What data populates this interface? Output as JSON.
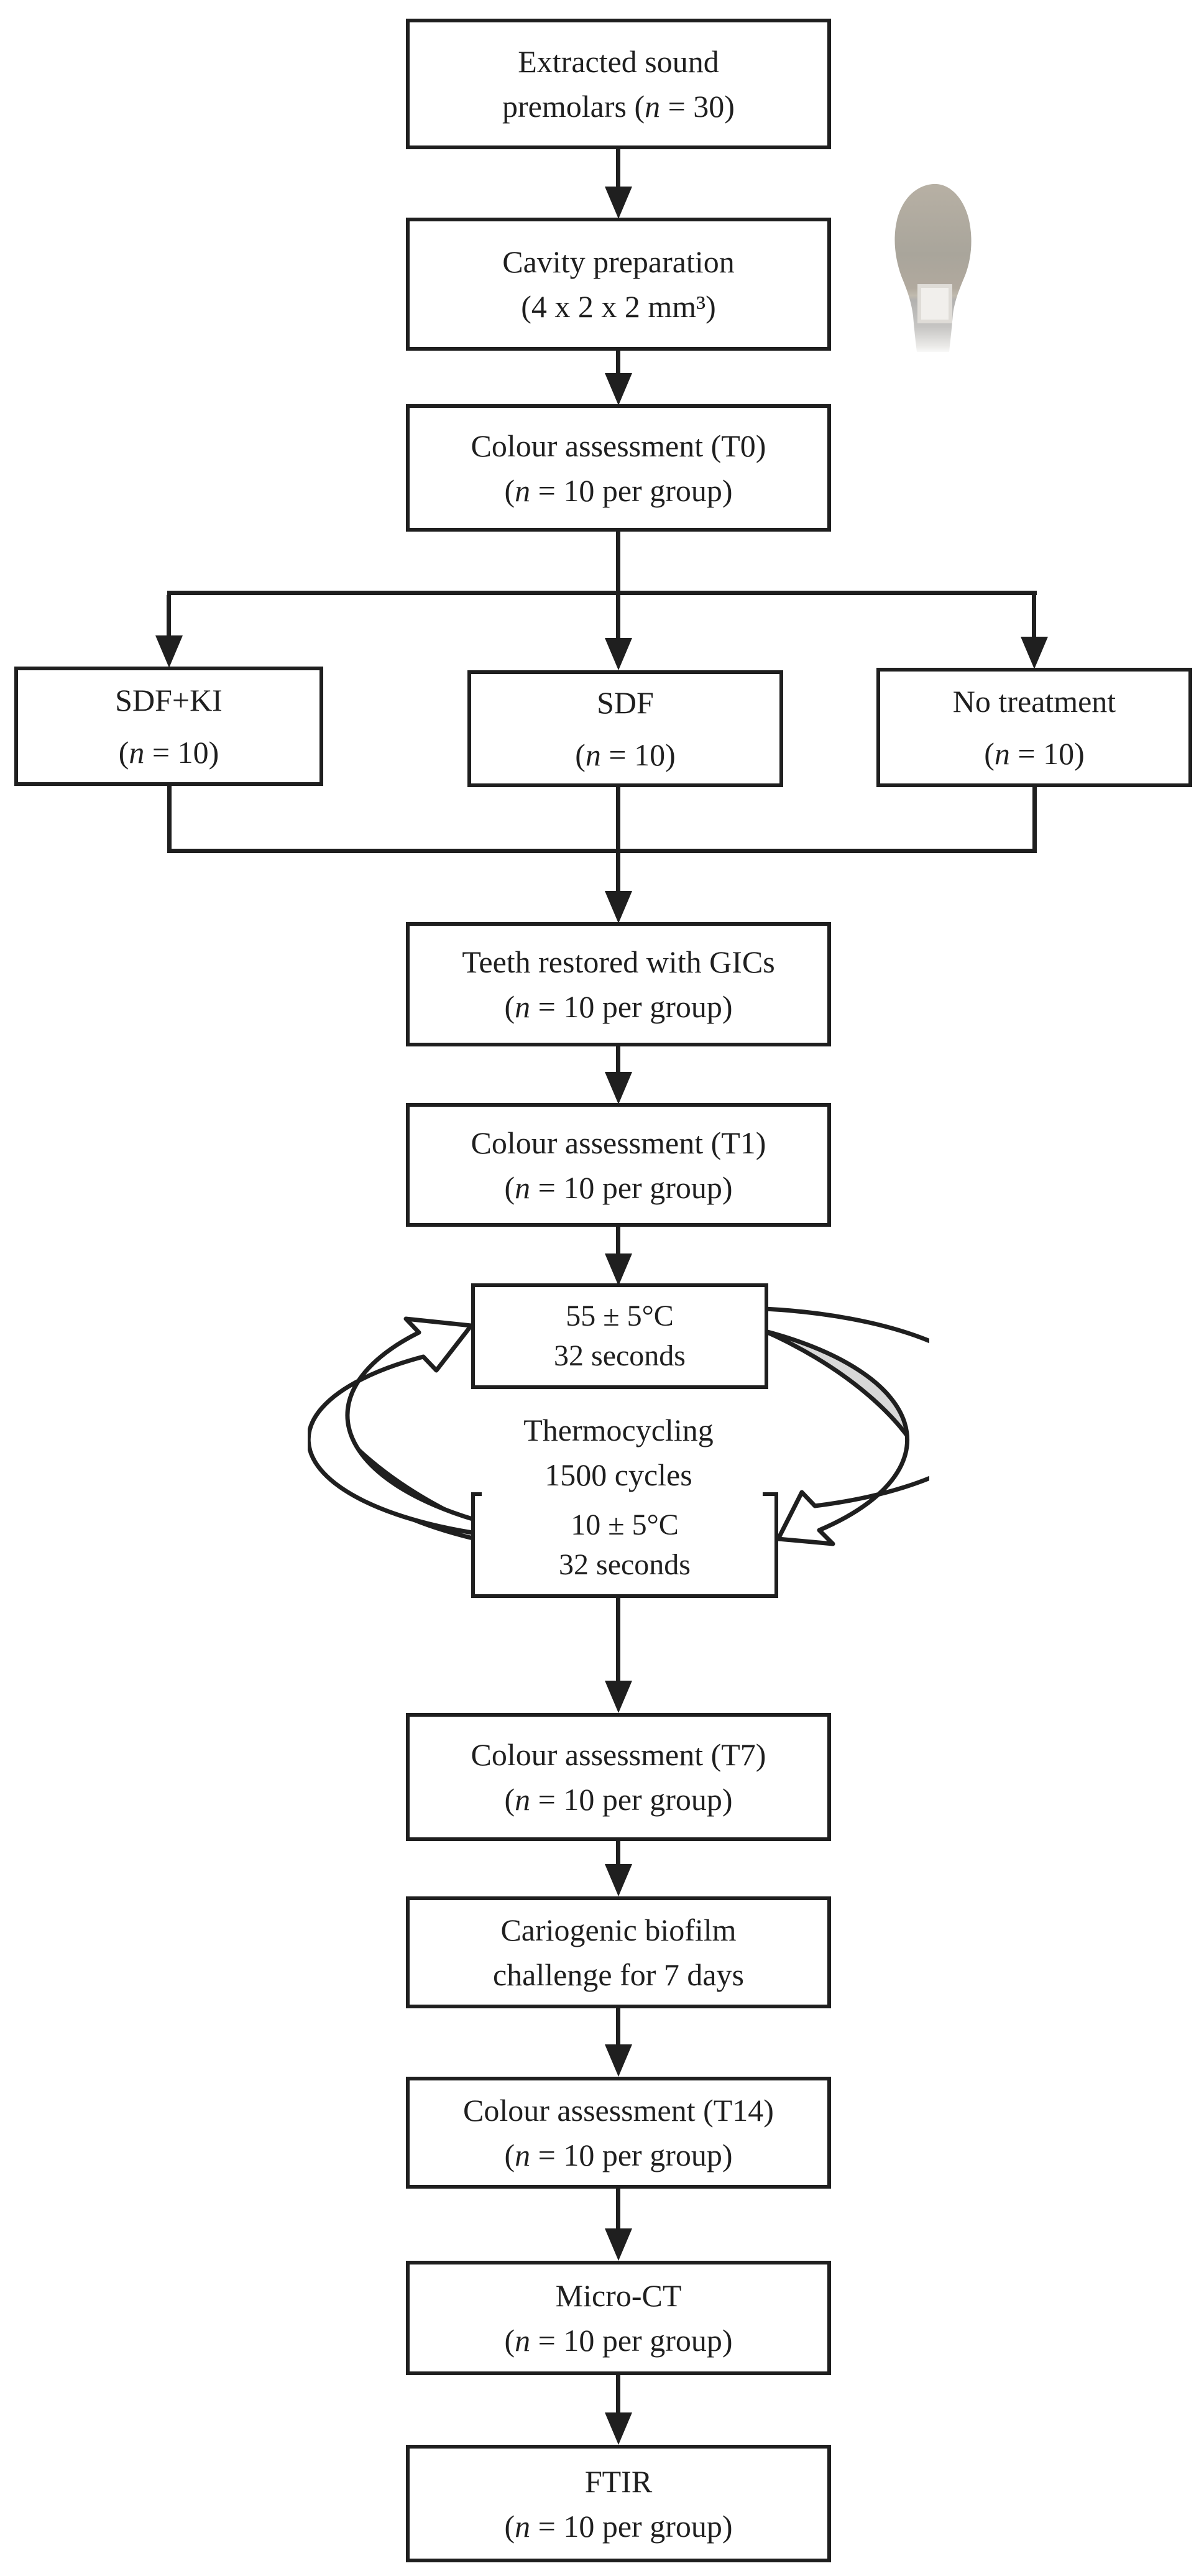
{
  "title": "Study design flowchart",
  "colors": {
    "line": "#1f1f1f",
    "gray_fill": "#d8d8d8",
    "box_bg": "#ffffff",
    "tooth_crown": "#b7b0a4",
    "tooth_root": "#c6c5c3",
    "cavity_fill": "#f1efec"
  },
  "boxes": {
    "extracted": {
      "line1": "Extracted sound",
      "n": {
        "pre": "premolars (",
        "it": "n",
        "post": " = 30)"
      }
    },
    "cavity": {
      "line1": "Cavity preparation",
      "line2": "(4 x 2 x 2 mm³)"
    },
    "t0": {
      "line1": "Colour assessment (T0)",
      "n": {
        "pre": "(",
        "it": "n",
        "post": " = 10 per group)"
      }
    },
    "sdf_ki": {
      "line1": "SDF+KI",
      "n": {
        "pre": "(",
        "it": "n",
        "post": " = 10)"
      }
    },
    "sdf": {
      "line1": "SDF",
      "n": {
        "pre": "(",
        "it": "n",
        "post": " = 10)"
      }
    },
    "no_treatment": {
      "line1": "No treatment",
      "n": {
        "pre": "(",
        "it": "n",
        "post": " = 10)"
      }
    },
    "teeth_restored": {
      "line1": "Teeth restored with GICs",
      "n": {
        "pre": "(",
        "it": "n",
        "post": " = 10 per group)"
      }
    },
    "t1": {
      "line1": "Colour assessment (T1)",
      "n": {
        "pre": "(",
        "it": "n",
        "post": " = 10 per group)"
      }
    },
    "hot": {
      "line1": "55 ± 5°C",
      "line2": "32 seconds"
    },
    "cold": {
      "line1": "10 ± 5°C",
      "line2": "32 seconds"
    },
    "t7": {
      "line1": "Colour assessment (T7)",
      "n": {
        "pre": "(",
        "it": "n",
        "post": " = 10 per group)"
      }
    },
    "cariogenic": {
      "line1": "Cariogenic biofilm",
      "line2": "challenge for 7 days"
    },
    "t14": {
      "line1": "Colour assessment (T14)",
      "n": {
        "pre": "(",
        "it": "n",
        "post": " = 10 per group)"
      }
    },
    "micro_ct": {
      "line1": "Micro-CT",
      "n": {
        "pre": "(",
        "it": "n",
        "post": " = 10 per group)"
      }
    },
    "ftir": {
      "line1": "FTIR",
      "n": {
        "pre": "(",
        "it": "n",
        "post": " = 10 per group)"
      }
    }
  },
  "cycle": {
    "line1": "Thermocycling",
    "line2": "1500 cycles"
  }
}
